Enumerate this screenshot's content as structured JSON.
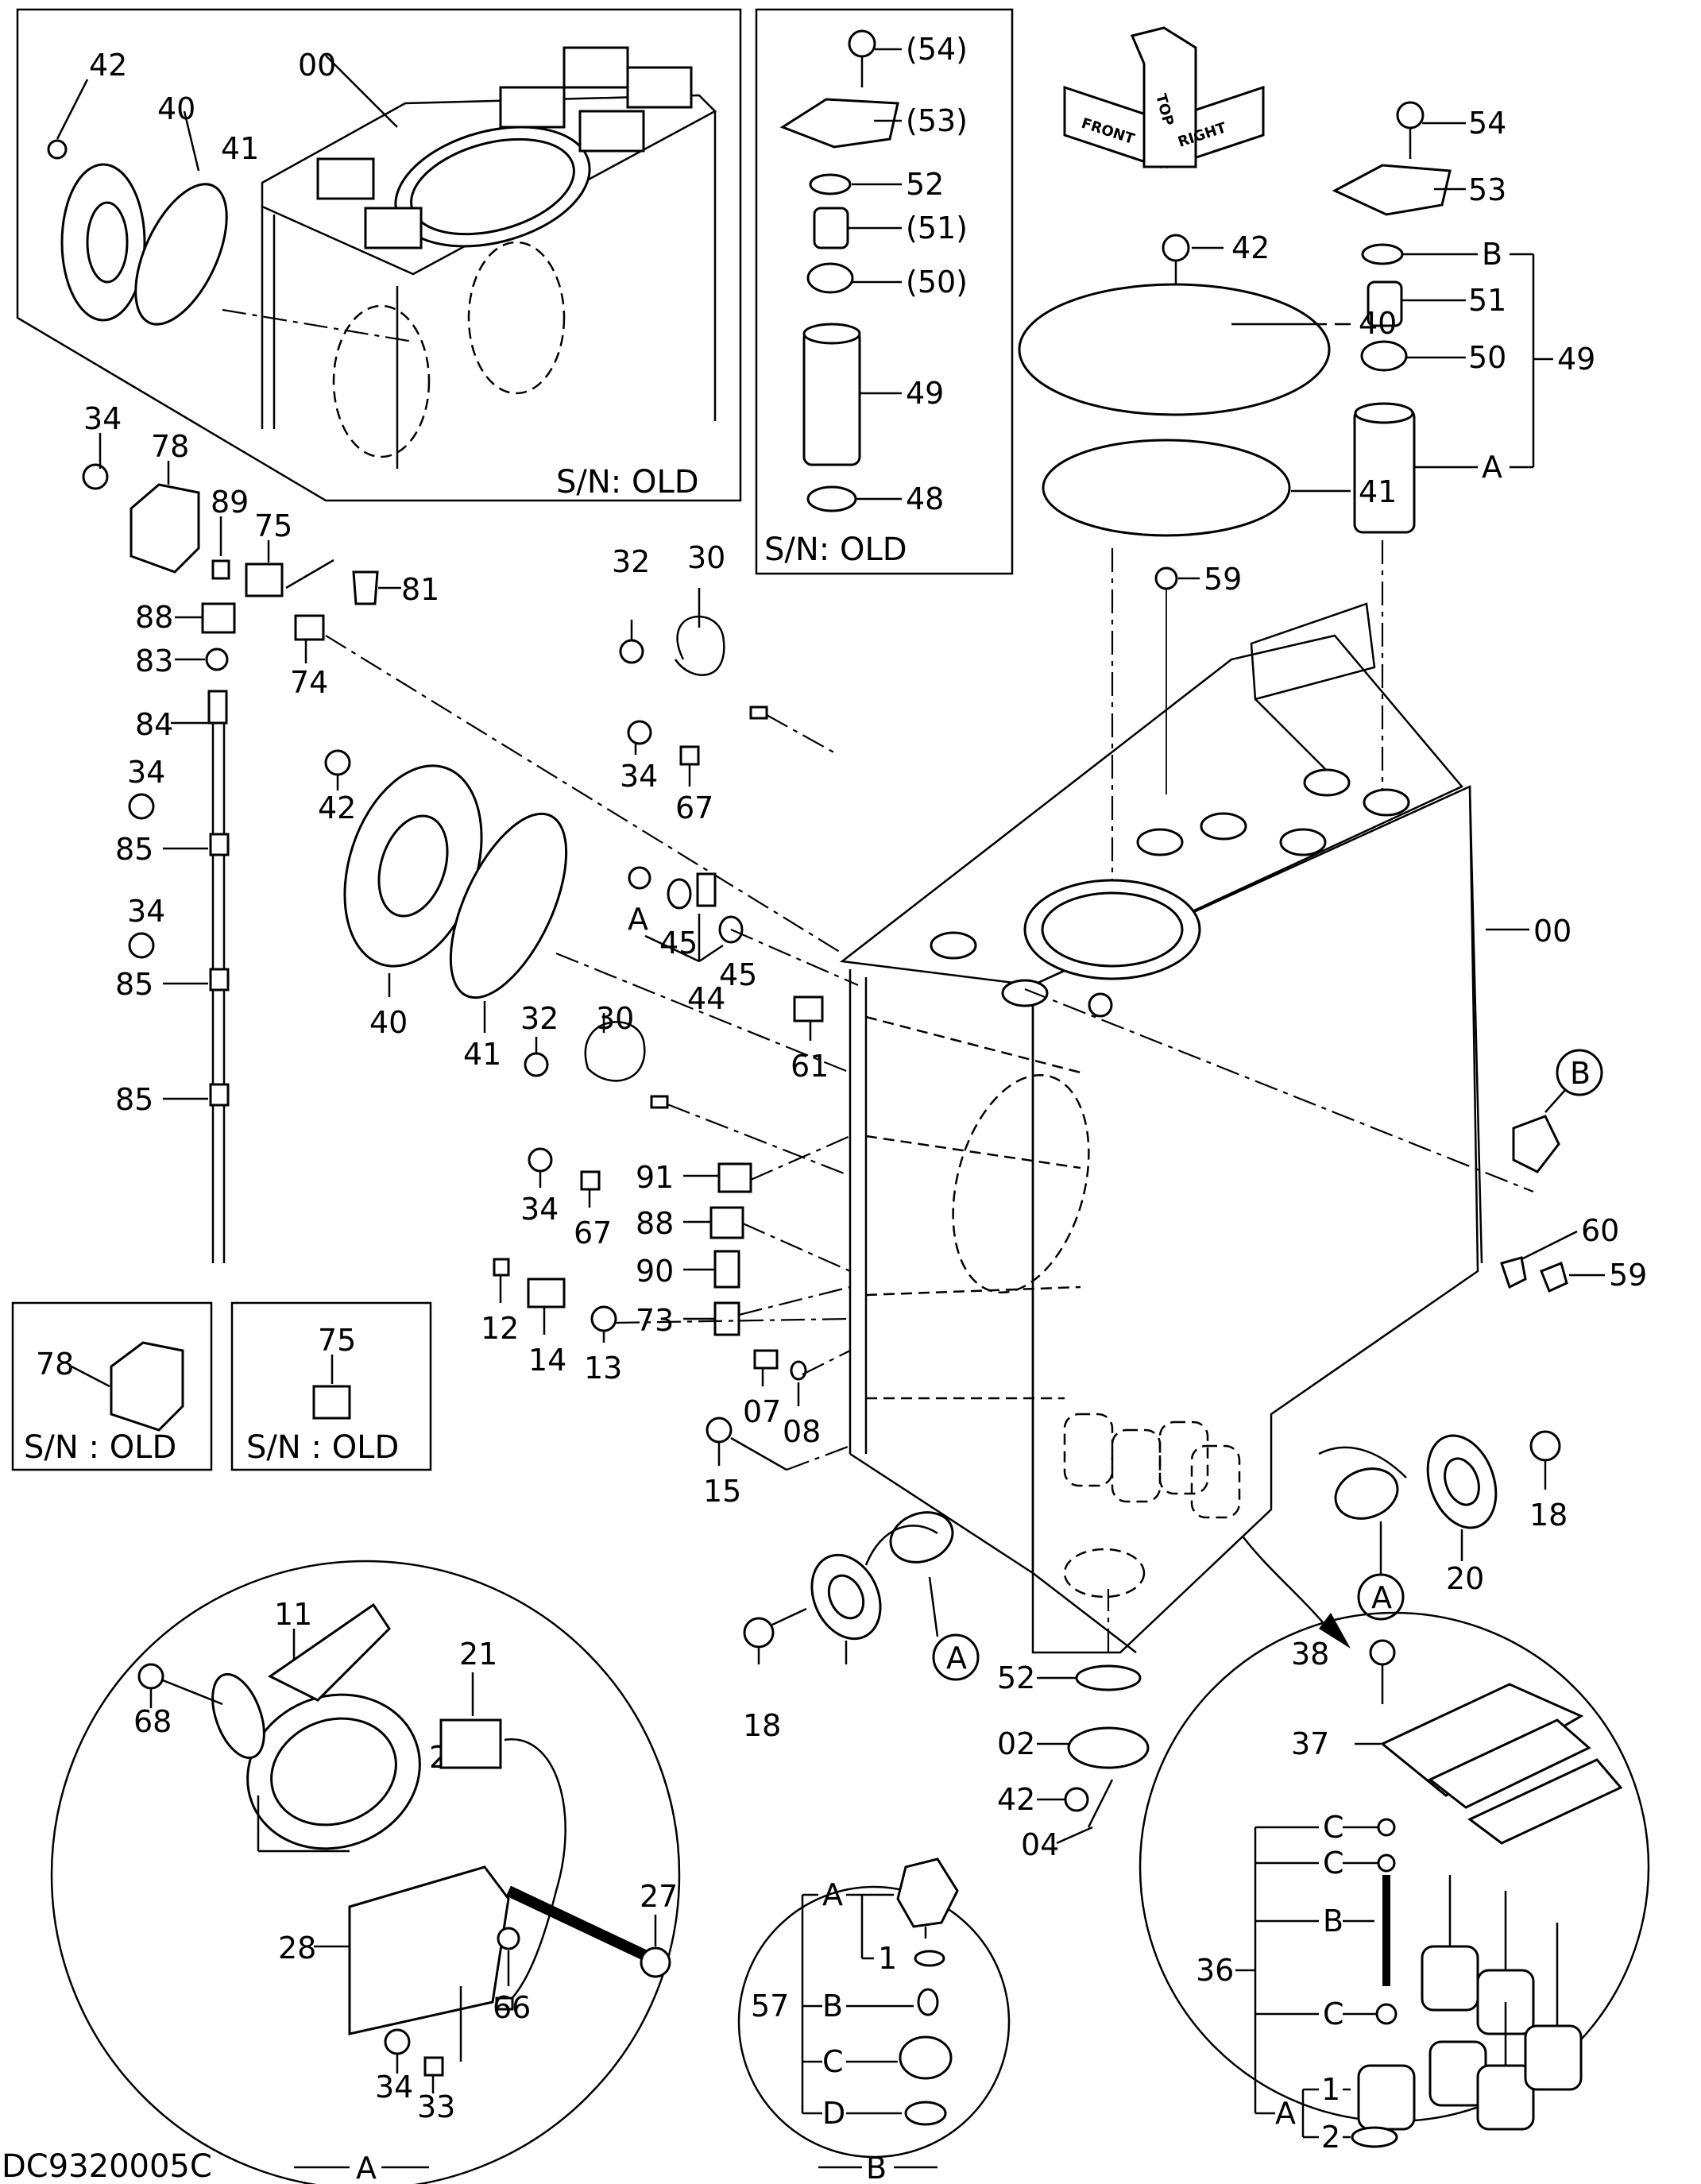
{
  "drawing_code": "DC9320005C",
  "inset_old_tank": {
    "caption": "S/N: OLD",
    "labels": [
      "42",
      "40",
      "41",
      "00"
    ]
  },
  "inset_old_filter": {
    "caption": "S/N: OLD",
    "labels": [
      "(54)",
      "(53)",
      "52",
      "(51)",
      "(50)",
      "49",
      "48"
    ]
  },
  "inset_old_78": {
    "caption": "S/N : OLD",
    "label": "78"
  },
  "inset_old_75": {
    "caption": "S/N : OLD",
    "label": "75"
  },
  "orientation": {
    "front": "FRONT",
    "top": "TOP",
    "right": "RIGHT"
  },
  "filter_group": {
    "labels": [
      "54",
      "53",
      "B",
      "51",
      "50",
      "49",
      "A"
    ]
  },
  "tank_labels": [
    "42",
    "40",
    "41",
    "59",
    "00",
    "60",
    "59"
  ],
  "gauge_labels": [
    "34",
    "78",
    "89",
    "75",
    "81",
    "88",
    "74",
    "83",
    "84",
    "34",
    "85",
    "34",
    "85",
    "85"
  ],
  "left_labels": [
    "32",
    "30",
    "34",
    "67",
    "42",
    "40",
    "41",
    "A",
    "45",
    "45",
    "44",
    "32",
    "30",
    "34",
    "67",
    "61",
    "91",
    "88",
    "90",
    "73",
    "12",
    "14",
    "13",
    "07",
    "08",
    "15"
  ],
  "valve_labels": [
    "A",
    "20",
    "18",
    "52",
    "02",
    "42",
    "04"
  ],
  "right_valve_labels": [
    "18",
    "20",
    "A"
  ],
  "circle_B_label": "B",
  "detail_A": {
    "tag": "A",
    "labels": [
      "11",
      "68",
      "21",
      "27",
      "28",
      "66",
      "34",
      "33"
    ]
  },
  "detail_B": {
    "tag": "B",
    "labels": [
      "A",
      "1",
      "57",
      "B",
      "C",
      "D"
    ]
  },
  "detail_C": {
    "labels": [
      "38",
      "37",
      "C",
      "C",
      "36",
      "B",
      "C",
      "A",
      "1",
      "2"
    ]
  }
}
